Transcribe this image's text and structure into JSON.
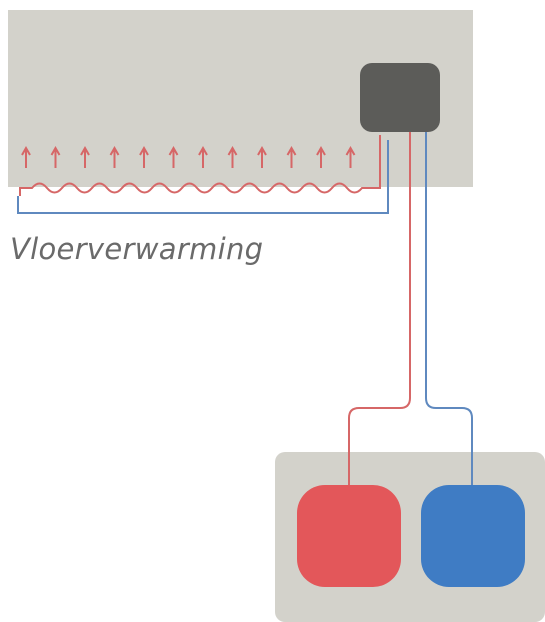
{
  "caption": "Vloerverwarming",
  "colors": {
    "panel": "#d3d2cb",
    "controller": "#5c5c59",
    "hot": "#e3575a",
    "cold": "#3f7cc4",
    "hot_pipe": "#d66767",
    "cold_pipe": "#5f89bf",
    "caption_text": "#6a6a6a"
  },
  "icons": {
    "heat_arrow": "up-arrow",
    "controller": "manifold-box",
    "hot_unit": "hot-water-tank",
    "cold_unit": "cold-water-tank"
  }
}
